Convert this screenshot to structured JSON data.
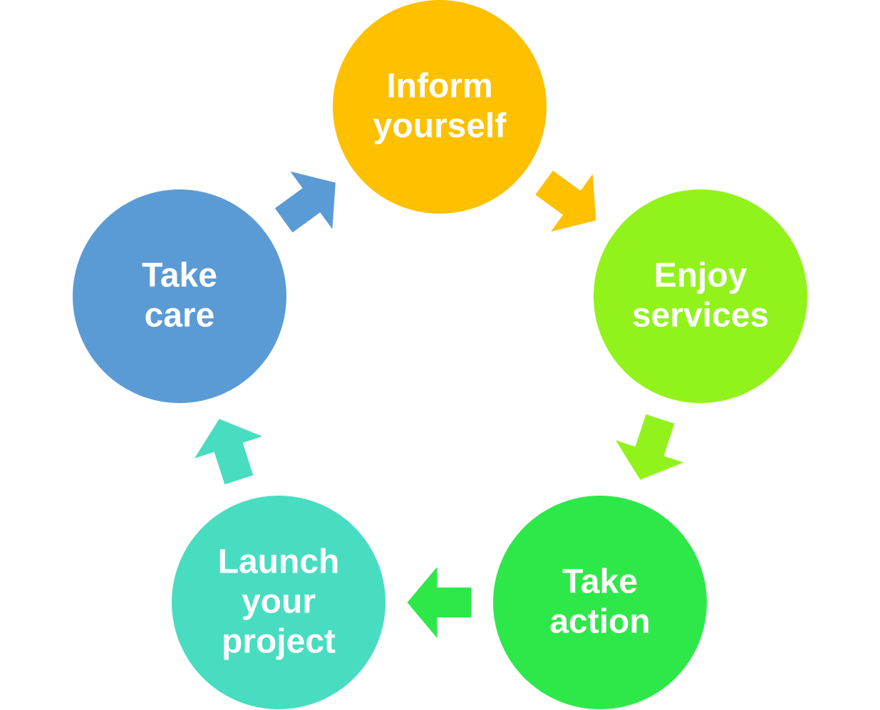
{
  "diagram": {
    "type": "cycle",
    "nodes": [
      {
        "id": "inform",
        "lines": [
          "Inform",
          "yourself"
        ],
        "color": "#FFC000"
      },
      {
        "id": "enjoy",
        "lines": [
          "Enjoy",
          "services"
        ],
        "color": "#92F21C"
      },
      {
        "id": "action",
        "lines": [
          "Take",
          "action"
        ],
        "color": "#2EE84A"
      },
      {
        "id": "launch",
        "lines": [
          "Launch",
          "your",
          "project"
        ],
        "color": "#48DDC0"
      },
      {
        "id": "care",
        "lines": [
          "Take",
          "care"
        ],
        "color": "#5B9BD5"
      }
    ],
    "arrows": [
      {
        "from": "inform",
        "to": "enjoy",
        "color": "#FFC000"
      },
      {
        "from": "enjoy",
        "to": "action",
        "color": "#92F21C"
      },
      {
        "from": "action",
        "to": "launch",
        "color": "#2EE84A"
      },
      {
        "from": "launch",
        "to": "care",
        "color": "#48DDC0"
      },
      {
        "from": "care",
        "to": "inform",
        "color": "#5B9BD5"
      }
    ],
    "text_color": "#FFFFFF"
  }
}
